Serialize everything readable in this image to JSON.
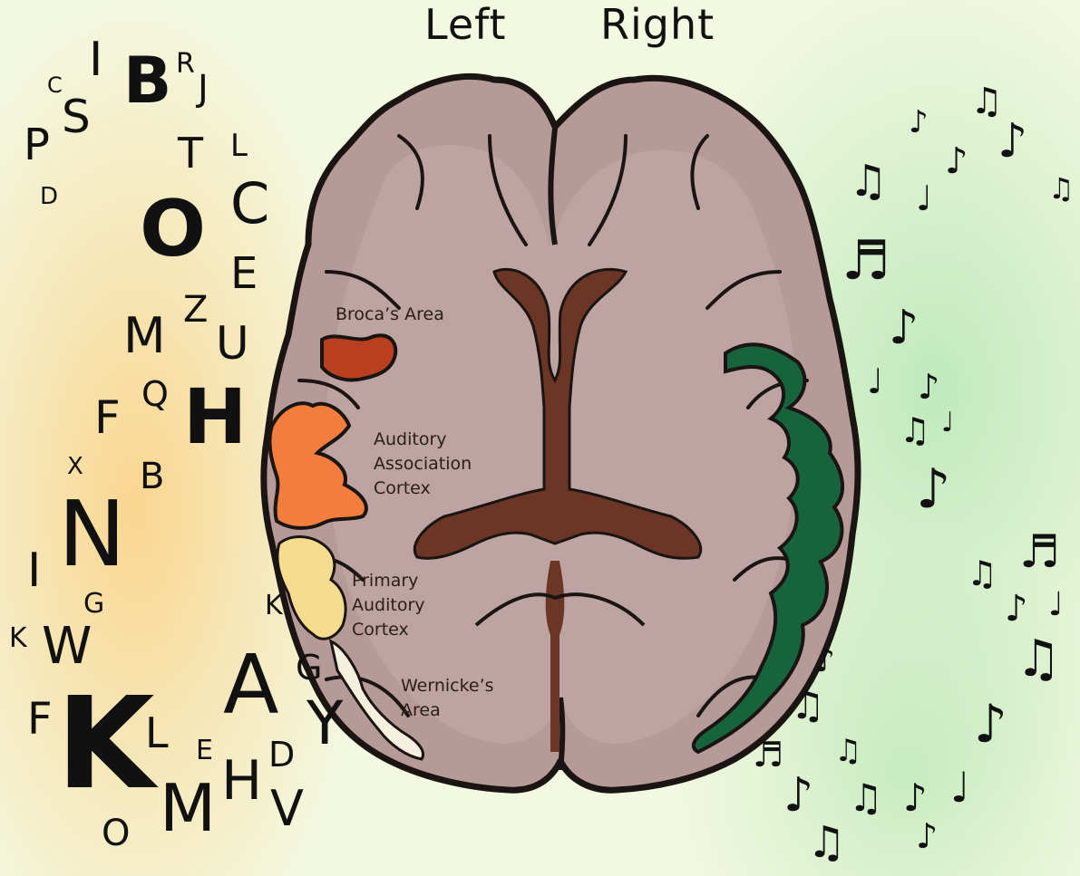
{
  "hemispheres": {
    "left": "Left",
    "right": "Right"
  },
  "regions": {
    "broca": "Broca’s Area",
    "auditory_association": [
      "Auditory",
      "Association",
      "Cortex"
    ],
    "primary_auditory": [
      "Primary",
      "Auditory",
      "Cortex"
    ],
    "wernicke": [
      "Wernicke’s",
      "Area"
    ]
  },
  "colors": {
    "brain_fill": "#b59a98",
    "brain_outline": "#1a1412",
    "ventricle": "#6b3626",
    "broca": "#b8401f",
    "auditory_association": "#f27d3c",
    "primary_auditory": "#f5dc8e",
    "wernicke": "#f5f0de",
    "music_region": "#17633c",
    "letters_glow": "#fad48c",
    "notes_glow": "#96dea0"
  },
  "letters": [
    "C",
    "I",
    "B",
    "R",
    "J",
    "S",
    "P",
    "T",
    "L",
    "D",
    "O",
    "C",
    "E",
    "Z",
    "M",
    "U",
    "Q",
    "F",
    "H",
    "X",
    "B",
    "N",
    "I",
    "G",
    "K",
    "K",
    "W",
    "A",
    "G",
    "F",
    "K",
    "L",
    "E",
    "D",
    "Y",
    "H",
    "M",
    "V",
    "O"
  ],
  "notes": [
    "♪",
    "♫",
    "♪",
    "♫",
    "♪",
    "♩",
    "♫",
    "♬",
    "♪",
    "♩",
    "♪",
    "♫",
    "♩",
    "♪",
    "♬",
    "♫",
    "♪",
    "♩",
    "♫",
    "♪",
    "♫",
    "♪",
    "♬",
    "♫",
    "♪",
    "♫",
    "♪",
    "♩",
    "♫",
    "♪"
  ]
}
